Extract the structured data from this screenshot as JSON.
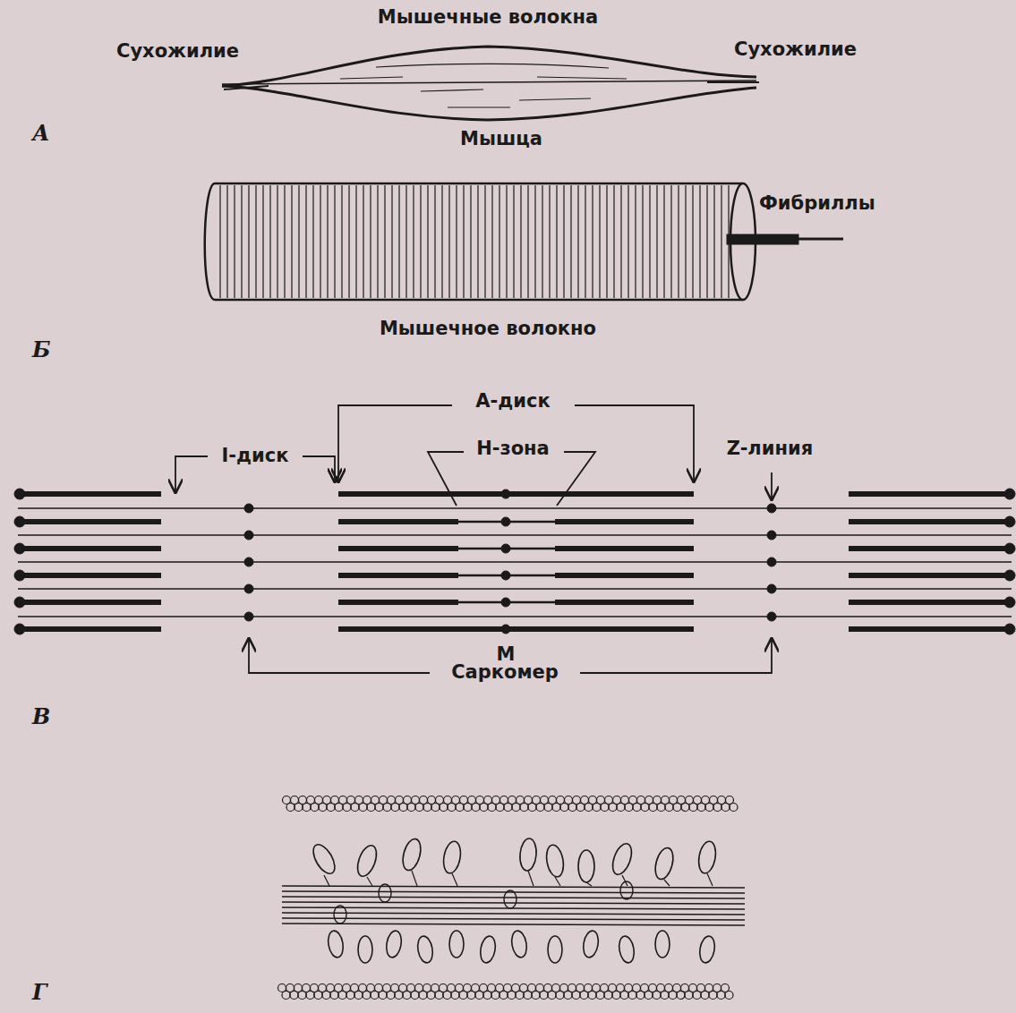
{
  "diagram": {
    "labels": [
      "Мышечные волокна",
      "Сухожилие",
      "Сухожилие",
      "А",
      "Мышца",
      "Фибриллы",
      "Мышечное волокно",
      "Б",
      "А-диск",
      "I-диск",
      "Н-зона",
      "Z-линия",
      "М",
      "Саркомер",
      "В",
      "Г"
    ]
  }
}
